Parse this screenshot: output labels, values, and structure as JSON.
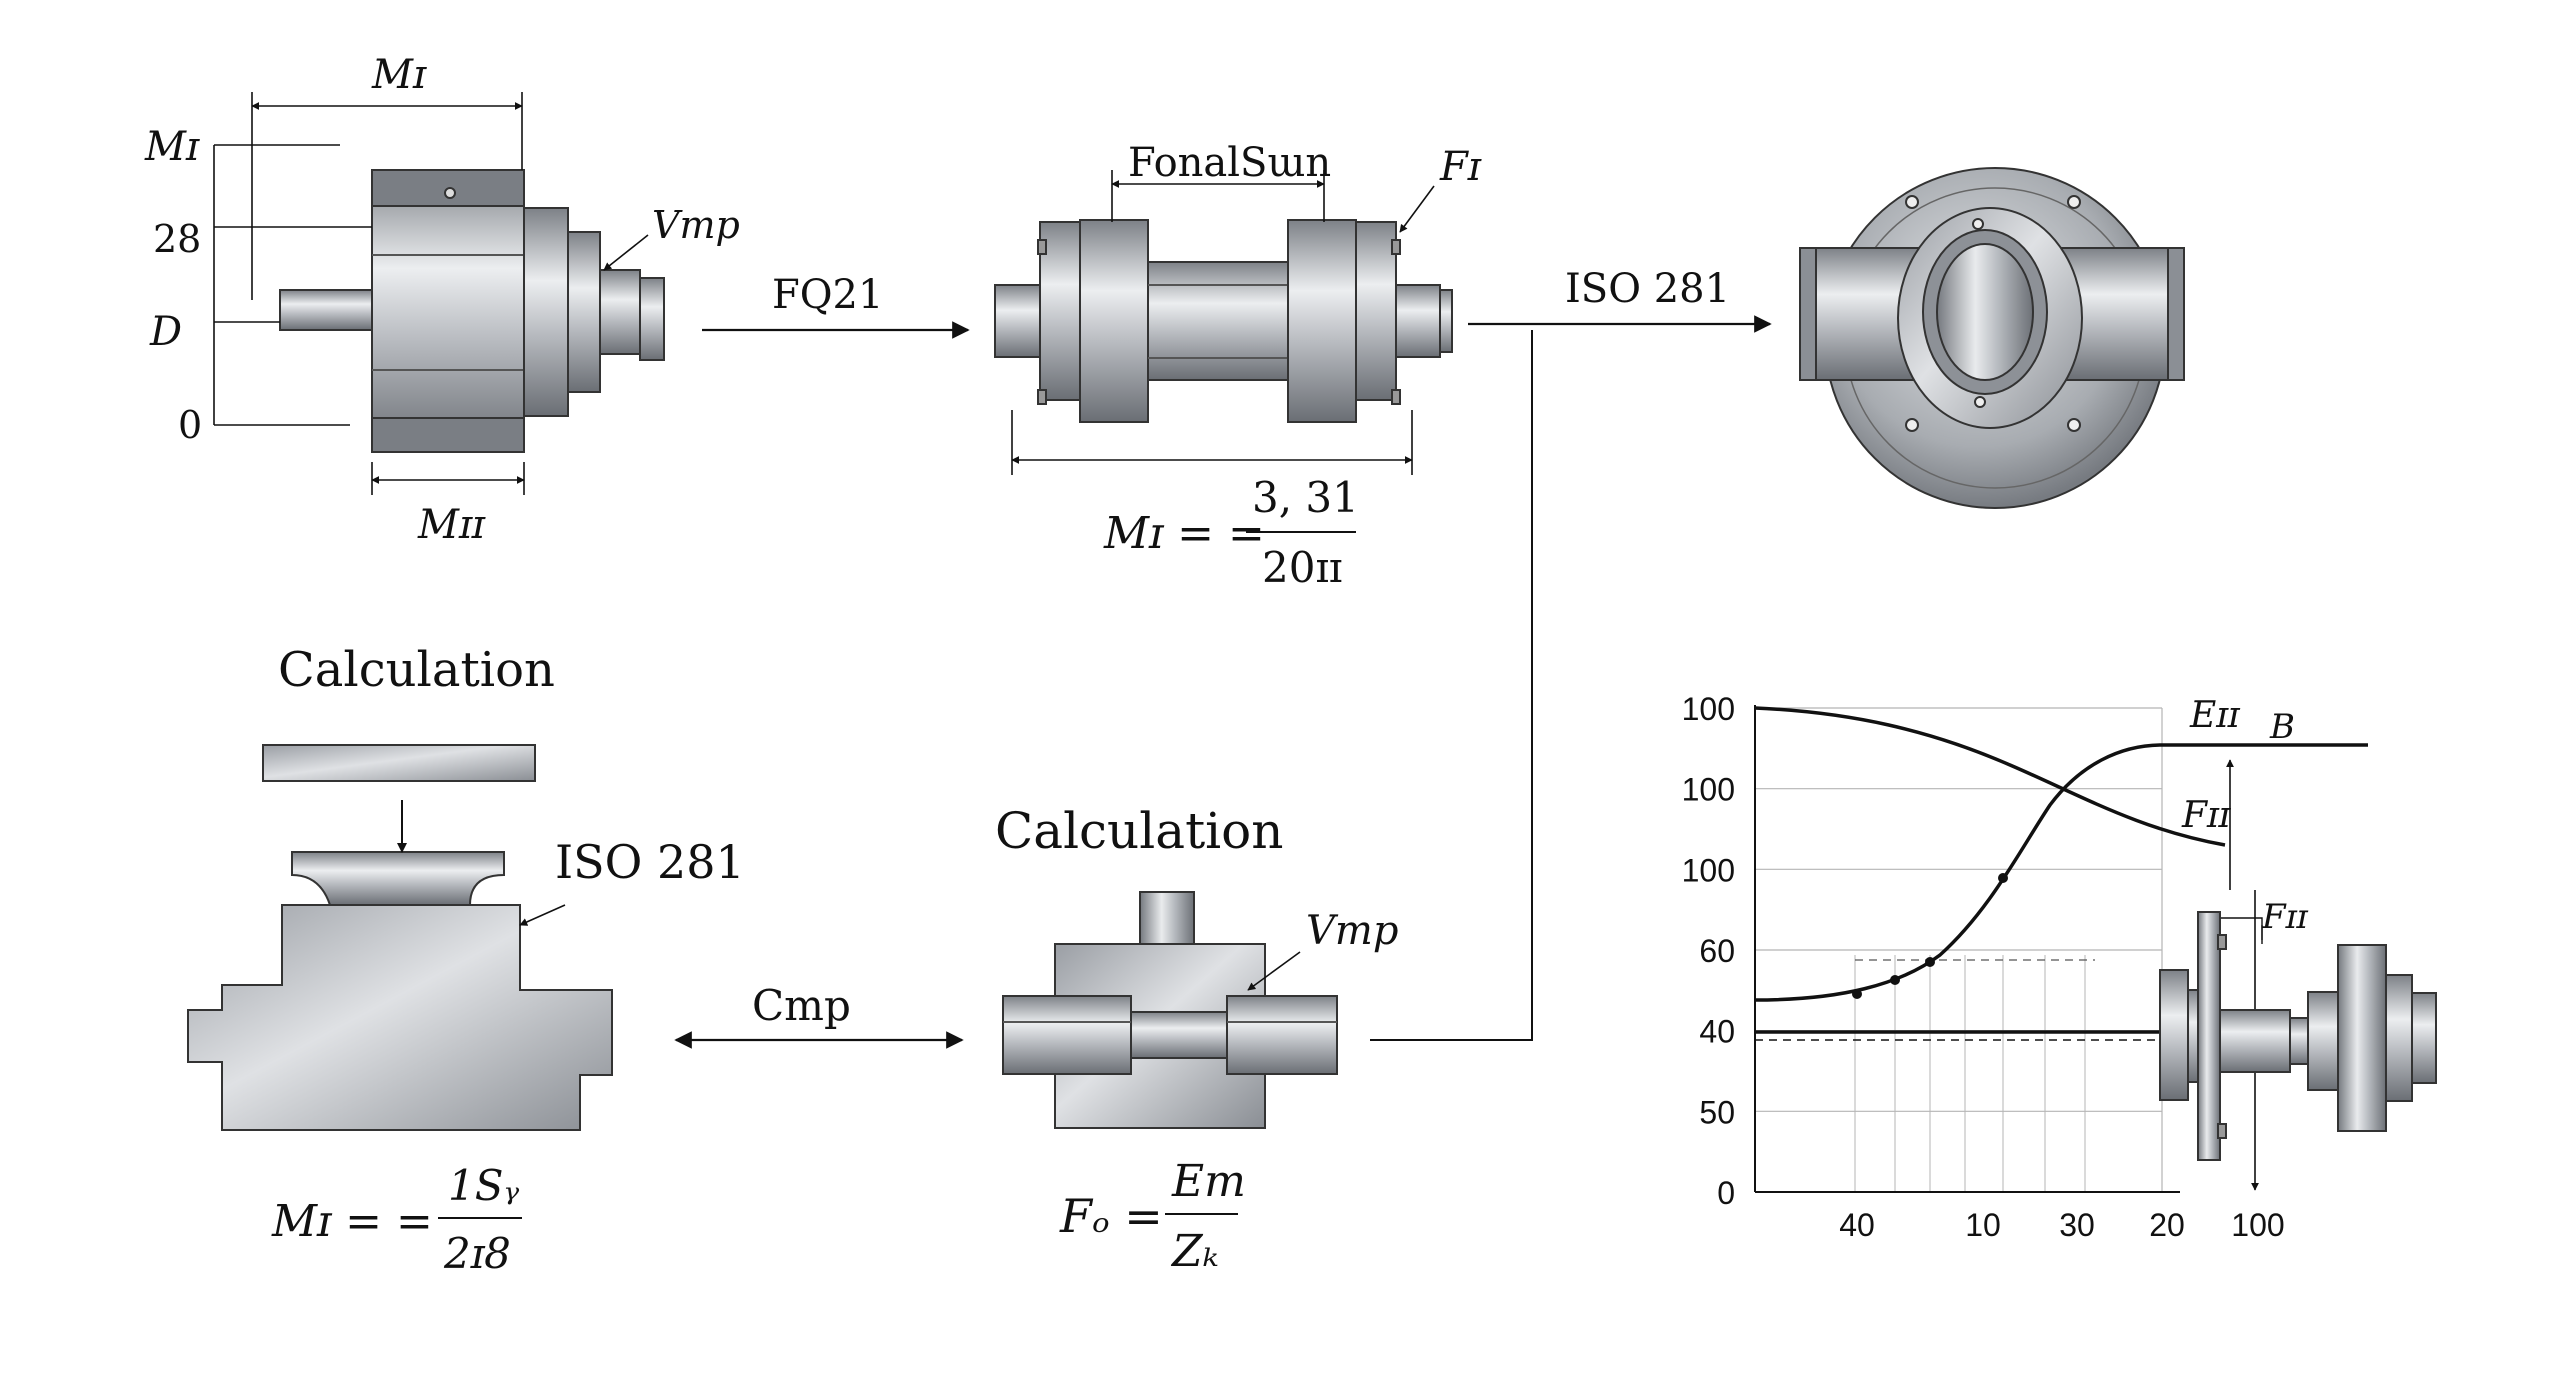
{
  "colors": {
    "ink": "#111111",
    "metal_dark": "#6f737a",
    "metal_mid": "#b2b6bb",
    "metal_light": "#e6e8ea",
    "grid": "#b5b5b5"
  },
  "icons": [
    "arrow-right-icon",
    "arrow-down-icon",
    "double-arrow-icon",
    "leader-arrow-icon"
  ],
  "assembly1": {
    "dim_top": "Mɪ",
    "dim_left_top": "Mɪ",
    "dim_28": "28",
    "dim_d": "D",
    "dim_0": "0",
    "dim_bottom": "Mɪɪ",
    "callout": "Vmp"
  },
  "arrow1_label": "FQ21",
  "assembly2": {
    "dim_top": "FonalSɯn",
    "callout": "Fɪ",
    "formula_lhs": "Mɪ = =",
    "formula_num": "3, 31",
    "formula_den": "20ɪɪ"
  },
  "arrow2_label": "ISO 281",
  "section1": {
    "title": "Calculation",
    "callout": "ISO 281",
    "formula_lhs": "Mɪ = =",
    "formula_num": "1Sᵧ",
    "formula_den": "2ɪ8"
  },
  "double_arrow_label": "Cmp",
  "section2": {
    "title": "Calculation",
    "callout": "Vmp",
    "formula_lhs": "Fₒ =",
    "formula_num": "Em",
    "formula_den": "Zₖ"
  },
  "chart_data": {
    "type": "line",
    "yticks": [
      "100",
      "100",
      "100",
      "60",
      "40",
      "50",
      "0"
    ],
    "xticks": [
      "40",
      "10",
      "30",
      "20",
      "100"
    ],
    "curve_labels": [
      "Eɪɪ",
      "B",
      "Fɪɪ",
      "Fɪɪ"
    ]
  }
}
